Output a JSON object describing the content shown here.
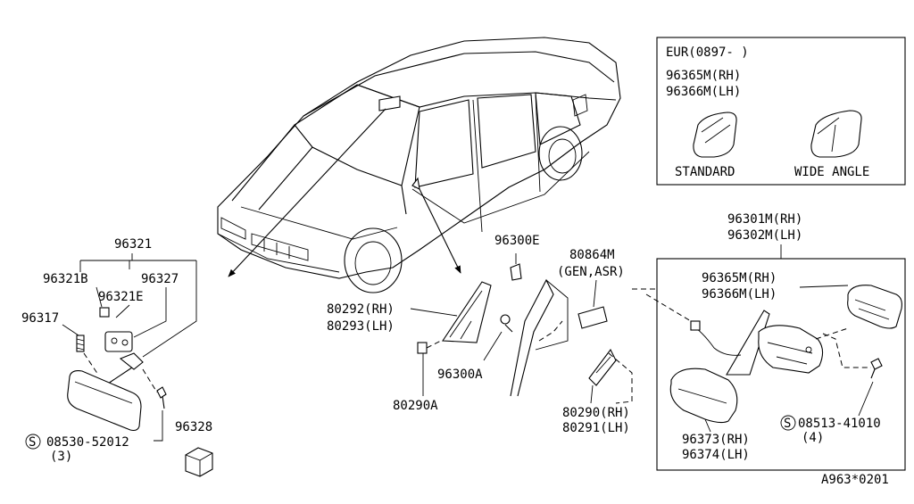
{
  "inset": {
    "heading": "EUR(0897-      )",
    "rh": "96365M(RH)",
    "lh": "96366M(LH)",
    "standard": "STANDARD",
    "wide_angle": "WIDE ANGLE"
  },
  "inner": {
    "p96321": "96321",
    "p96321b": "96321B",
    "p96327": "96327",
    "p96321e": "96321E",
    "p96317": "96317",
    "p08530": "08530-52012",
    "p08530_qty": "(3)",
    "p96328": "96328"
  },
  "door": {
    "p96300e": "96300E",
    "p80864m": "80864M",
    "p80864m_note": "(GEN,ASR)",
    "p80292": "80292(RH)",
    "p80293": "80293(LH)",
    "p96300a": "96300A",
    "p80290a": "80290A",
    "p80290": "80290(RH)",
    "p80291": "80291(LH)"
  },
  "outer": {
    "p96301m": "96301M(RH)",
    "p96302m": "96302M(LH)",
    "p96365m": "96365M(RH)",
    "p96366m": "96366M(LH)",
    "p08513": "08513-41010",
    "p08513_qty": "(4)",
    "p96373": "96373(RH)",
    "p96374": "96374(LH)"
  },
  "footer": {
    "code": "A963*0201"
  },
  "symbols": {
    "screw_mark": "S"
  },
  "icons": [
    "car-icon",
    "inner-mirror-icon",
    "outer-mirror-icon",
    "glass-icon",
    "screw-icon",
    "clip-icon"
  ]
}
